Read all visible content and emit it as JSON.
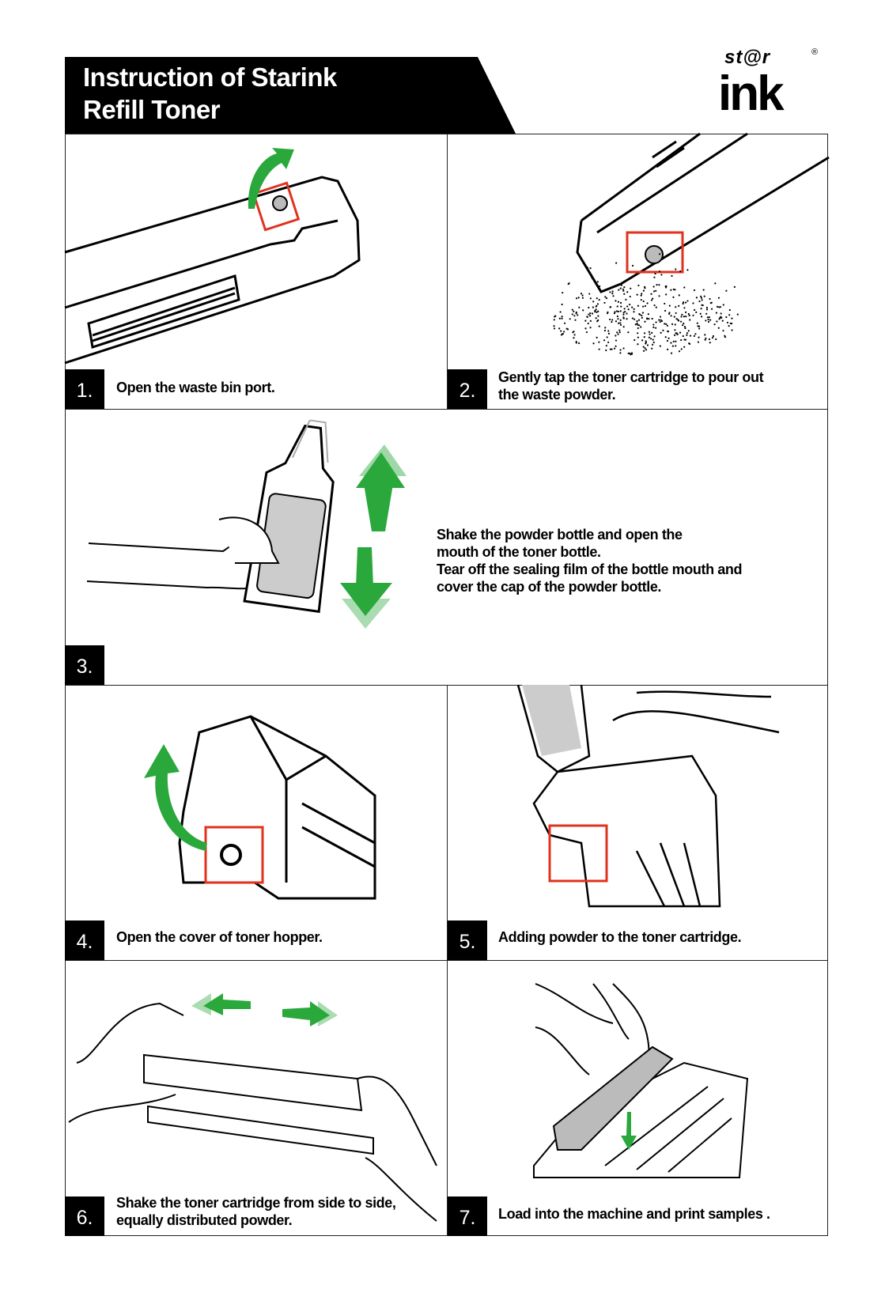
{
  "header": {
    "title_line1": "Instruction of Starink",
    "title_line2": "Refill Toner"
  },
  "logo": {
    "top": "st@r",
    "bottom": "ink",
    "mark": "®"
  },
  "colors": {
    "arrow": "#2aa83c",
    "highlight": "#e0321e",
    "black": "#000000"
  },
  "steps": [
    {
      "number": "1.",
      "lines": [
        "Open the waste bin port."
      ]
    },
    {
      "number": "2.",
      "lines": [
        "Gently tap the toner cartridge to pour out",
        "the waste powder."
      ]
    },
    {
      "number": "3.",
      "lines": [
        "Shake the powder bottle and open the",
        "mouth of the toner bottle.",
        "Tear off the sealing film of the bottle mouth and",
        "cover the cap of the powder bottle."
      ]
    },
    {
      "number": "4.",
      "lines": [
        "Open the cover of toner hopper."
      ]
    },
    {
      "number": "5.",
      "lines": [
        "Adding powder to the toner cartridge."
      ]
    },
    {
      "number": "6.",
      "lines": [
        "Shake the toner cartridge from side to side,",
        "equally distributed powder."
      ]
    },
    {
      "number": "7.",
      "lines": [
        "Load into the machine and print samples ."
      ]
    }
  ]
}
